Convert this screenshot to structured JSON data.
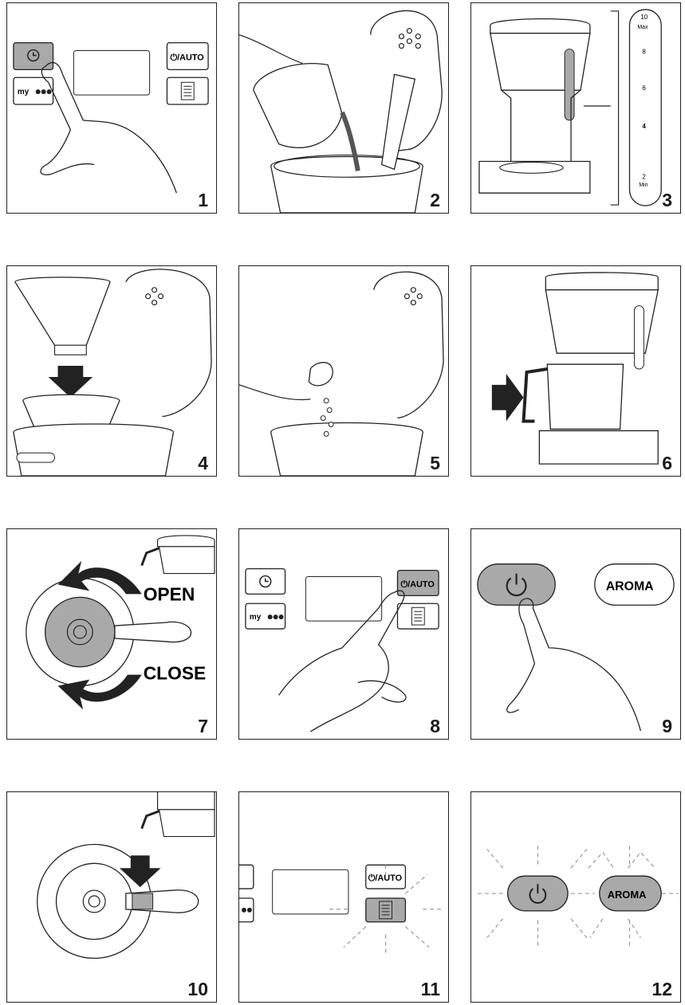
{
  "steps": [
    {
      "number": "1"
    },
    {
      "number": "2"
    },
    {
      "number": "3"
    },
    {
      "number": "4"
    },
    {
      "number": "5"
    },
    {
      "number": "6"
    },
    {
      "number": "7"
    },
    {
      "number": "8"
    },
    {
      "number": "9"
    },
    {
      "number": "10"
    },
    {
      "number": "11"
    },
    {
      "number": "12"
    }
  ],
  "buttons": {
    "power_auto": "⏻/AUTO",
    "power_auto_11": "⏻/AUTO",
    "aroma": "AROMA",
    "my_label": "my"
  },
  "scale": {
    "max": "10",
    "max_label": "Max",
    "mark_8": "8",
    "mark_6": "6",
    "mark_4": "4",
    "min": "2",
    "min_label": "Min"
  },
  "carafe_labels": {
    "open": "OPEN",
    "close": "CLOSE"
  },
  "colors": {
    "highlight_gray": "#a9a9a9",
    "line": "#222222"
  }
}
